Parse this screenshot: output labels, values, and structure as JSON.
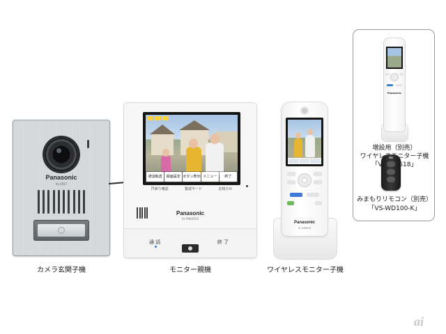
{
  "captions": {
    "door": "カメラ玄関子機",
    "monitor": "モニター親機",
    "handset": "ワイヤレスモニター子機"
  },
  "door_station": {
    "brand": "Panasonic",
    "model": "VL-V557"
  },
  "monitor": {
    "brand": "Panasonic",
    "model": "VL-MWD505",
    "softkeys": [
      "通話転送",
      "録画設定",
      "ボタン表示OFF",
      "メニュー",
      "終了"
    ],
    "bottom_keys": [
      "戸締り確認",
      "警戒モード",
      "お知らせ"
    ],
    "talk_label": "通 話",
    "end_label": "終 了"
  },
  "handset": {
    "brand": "Panasonic",
    "model": "VL-WD618"
  },
  "inset": {
    "extra_handset_line1": "増設用（別売）",
    "extra_handset_line2": "ワイヤレスモニター子機",
    "extra_handset_model": "「VL-WD618」",
    "remote_line1": "みまもりリモコン（別売）",
    "remote_model": "「VS-WD100-K」"
  },
  "watermark": "ai",
  "colors": {
    "screen_accent": "#ffd23a",
    "talk_led": "#3a6fd8",
    "panel_border": "#9a9a9a"
  }
}
